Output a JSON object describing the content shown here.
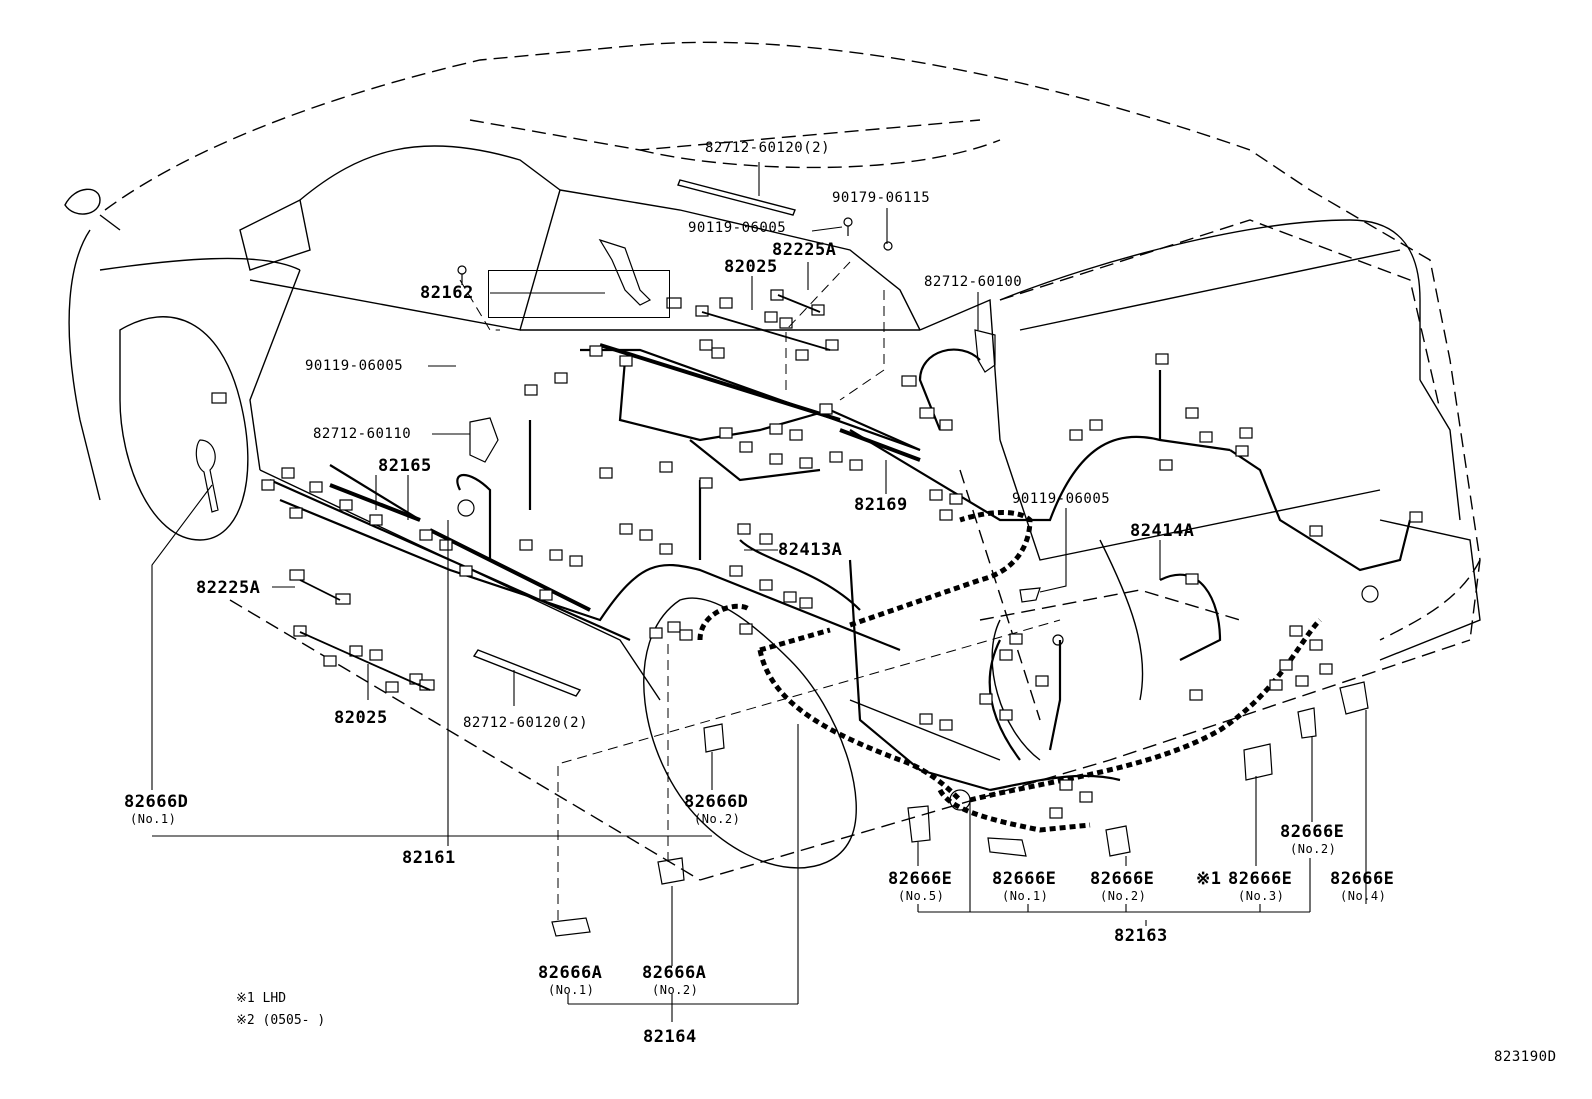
{
  "diagram_code": "823190D",
  "callouts": {
    "p82712_60120_top": "82712-60120(2)",
    "p90179_06115": "90179-06115",
    "p90119_06005_top": "90119-06005",
    "p82225A_top": "82225A",
    "p82025_top": "82025",
    "p82162": "82162",
    "p82712_60100": "82712-60100",
    "p90119_06005_left": "90119-06005",
    "p82712_60110": "82712-60110",
    "p82165": "82165",
    "p82169": "82169",
    "p90119_06005_right": "90119-06005",
    "p82414A": "82414A",
    "p82413A": "82413A",
    "p82225A_left": "82225A",
    "p82025_left": "82025",
    "p82712_60120_bottom": "82712-60120(2)",
    "p82666D_1": "82666D",
    "p82666D_1_sub": "(No.1)",
    "p82666D_2": "82666D",
    "p82666D_2_sub": "(No.2)",
    "p82161": "82161",
    "p82666A_1": "82666A",
    "p82666A_1_sub": "(No.1)",
    "p82666A_2": "82666A",
    "p82666A_2_sub": "(No.2)",
    "p82164": "82164",
    "p82666E_5": "82666E",
    "p82666E_5_sub": "(No.5)",
    "p82666E_1": "82666E",
    "p82666E_1_sub": "(No.1)",
    "p82666E_2a": "82666E",
    "p82666E_2a_sub": "(No.2)",
    "p82666E_3_mark": "※1",
    "p82666E_3": "82666E",
    "p82666E_3_sub": "(No.3)",
    "p82666E_4": "82666E",
    "p82666E_4_sub": "(No.4)",
    "p82666E_2b": "82666E",
    "p82666E_2b_sub": "(No.2)",
    "p82163": "82163"
  },
  "notes": {
    "note1": "※1  LHD",
    "note2": "※2 (0505-     )"
  }
}
